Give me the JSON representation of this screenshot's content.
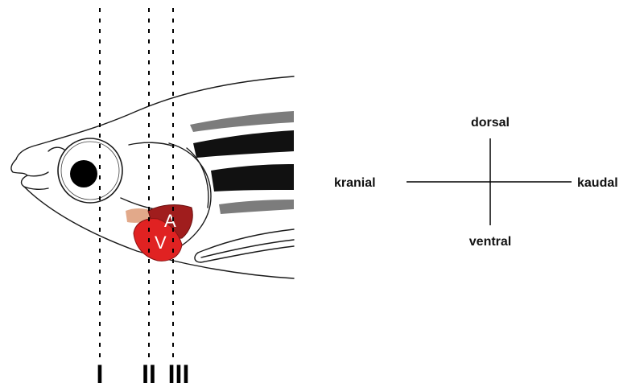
{
  "sections": [
    {
      "id": "section-I",
      "label": "I"
    },
    {
      "id": "section-II",
      "label": "II"
    },
    {
      "id": "section-III",
      "label": "III"
    }
  ],
  "heart": {
    "atrium_label": "A",
    "ventricle_label": "V",
    "atrium_color": "#a01d1d",
    "ventricle_color": "#e02222",
    "bulbus_color": "#e2a98a"
  },
  "orientation": {
    "dorsal": "dorsal",
    "ventral": "ventral",
    "cranial": "kranial",
    "caudal": "kaudal"
  }
}
